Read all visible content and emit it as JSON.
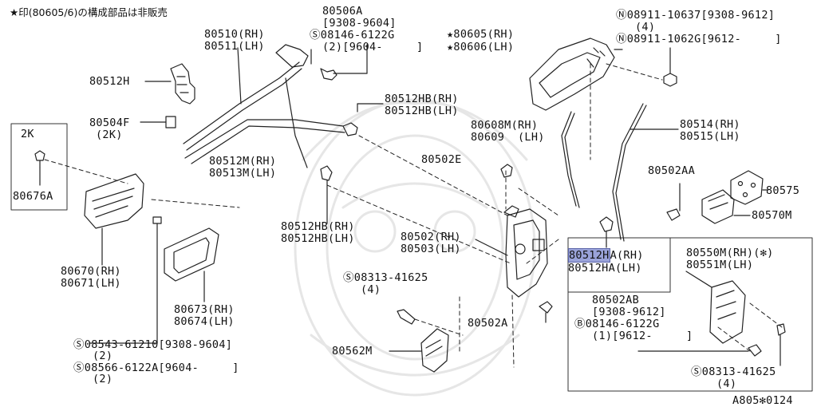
{
  "note": "★印(80605/6)の構成部品は非販売",
  "inset_2k": "2K",
  "code": "A805✻0124",
  "highlight_color": "#9aa3d9",
  "labels": {
    "p80506A": "80506A",
    "p80506A_date": "[9308-9604]",
    "p08146_6122G_top": "Ⓢ08146-6122G",
    "p08146_6122G_top_q": "(2)[9604-     ]",
    "p80510": "80510(RH)",
    "p80511": "80511(LH)",
    "p80512H": "80512H",
    "p80504F": "80504F",
    "p80504F_2k": "(2K)",
    "p80676A": "80676A",
    "p80512M": "80512M(RH)",
    "p80513M": "80513M(LH)",
    "p80512HB_a1": "80512HB(RH)",
    "p80512HB_a2": "80512HB(LH)",
    "p80512HB_b1": "80512HB(RH)",
    "p80512HB_b2": "80512HB(LH)",
    "p80605": "★80605(RH)",
    "p80606": "★80606(LH)",
    "p08911_10637": "Ⓝ08911-10637[9308-9612]",
    "p08911_10637_q": "(4)",
    "p08911_1062G": "Ⓝ08911-1062G[9612-     ]",
    "p80608M": "80608M(RH)",
    "p80609": "80609  (LH)",
    "p80514": "80514(RH)",
    "p80515": "80515(LH)",
    "p80502E": "80502E",
    "p80502AA": "80502AA",
    "p80575": "80575",
    "p80570M": "80570M",
    "p80502": "80502(RH)",
    "p80503": "80503(LH)",
    "p80512HA_rh_code": "80512H",
    "p80512HA_rh_rest": "A(RH)",
    "p80512HA_lh": "80512HA(LH)",
    "p80550M": "80550M(RH)(✻)",
    "p80551M": "80551M(LH)",
    "p80670": "80670(RH)",
    "p80671": "80671(LH)",
    "p08313_41625_a": "Ⓢ08313-41625",
    "p08313_41625_a_q": "(4)",
    "p80673": "80673(RH)",
    "p80674": "80674(LH)",
    "p80502AB": "80502AB",
    "p80502AB_date": "[9308-9612]",
    "p08146_6122G_b": "Ⓑ08146-6122G",
    "p08146_6122G_b_q": "(1)[9612-     ]",
    "p80502A": "80502A",
    "p80562M": "80562M",
    "p08543": "Ⓢ08543-61210[9308-9604]",
    "p08543_q": "(2)",
    "p08566": "Ⓢ08566-6122A[9604-     ]",
    "p08566_q": "(2)",
    "p08313_41625_b": "Ⓢ08313-41625",
    "p08313_41625_b_q": "(4)"
  }
}
